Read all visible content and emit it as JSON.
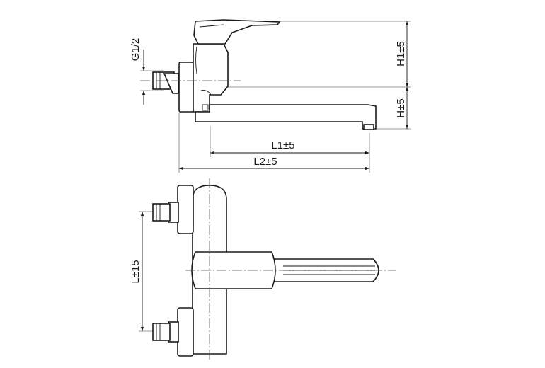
{
  "dimensions": {
    "g": "G1/2",
    "h1": "H1±5",
    "h": "H±5",
    "l1": "L1±5",
    "l2": "L2±5",
    "l": "L±15"
  },
  "colors": {
    "line": "#1a1a1a",
    "extension_line": "#7a7a7a",
    "background": "#ffffff"
  }
}
